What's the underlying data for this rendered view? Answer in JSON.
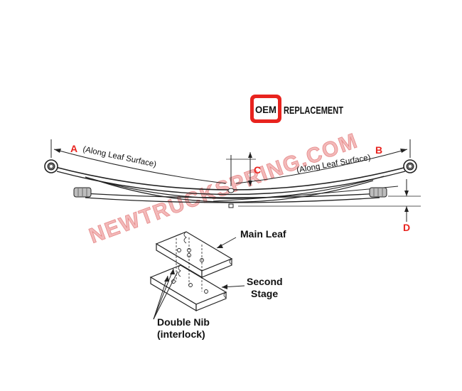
{
  "badge": {
    "oem": "OEM",
    "replacement": "REPLACEMENT"
  },
  "dimensions": {
    "a_letter": "A",
    "a_text": "(Along Leaf Surface)",
    "b_letter": "B",
    "b_text": "(Along Leaf Surface)",
    "c_letter": "C",
    "d_letter": "D"
  },
  "callouts": {
    "main_leaf": "Main Leaf",
    "second_stage_line1": "Second",
    "second_stage_line2": "Stage",
    "double_nib_line1": "Double Nib",
    "double_nib_line2": "(interlock)"
  },
  "watermark": "NEWTRUCKSPRING.COM",
  "colors": {
    "accent_red": "#e8231e",
    "line": "#222222",
    "watermark_fill": "#f3b9b9"
  }
}
